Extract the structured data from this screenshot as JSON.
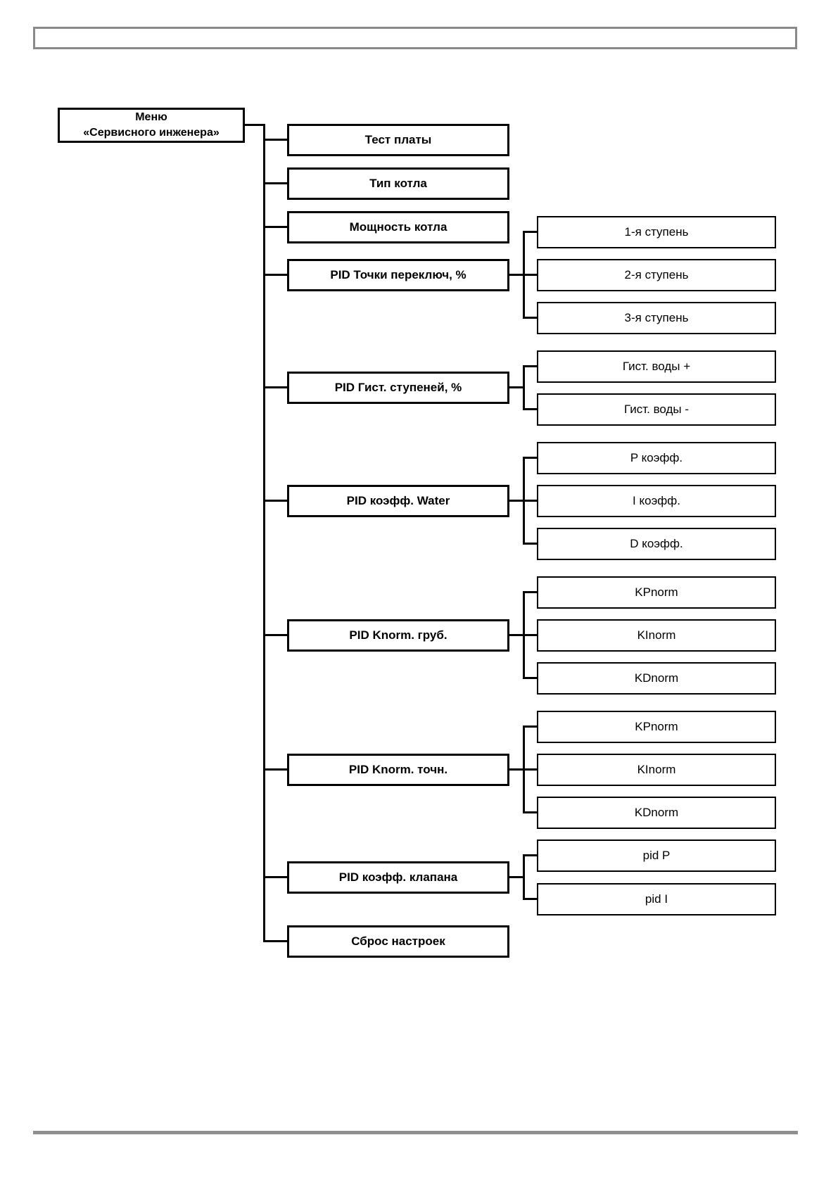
{
  "diagram": {
    "root": {
      "line1": "Меню",
      "line2": "«Сервисного инженера»"
    },
    "menu_items": [
      {
        "label": "Тест платы",
        "children": []
      },
      {
        "label": "Тип котла",
        "children": []
      },
      {
        "label": "Мощность котла",
        "children": []
      },
      {
        "label": "PID Точки переключ, %",
        "children": [
          {
            "label": "1-я ступень"
          },
          {
            "label": "2-я ступень"
          },
          {
            "label": "3-я ступень"
          }
        ]
      },
      {
        "label": "PID Гист. ступеней, %",
        "children": [
          {
            "label": "Гист. воды +"
          },
          {
            "label": "Гист. воды -"
          }
        ]
      },
      {
        "label": "PID коэфф. Water",
        "children": [
          {
            "label": "P коэфф."
          },
          {
            "label": "I коэфф."
          },
          {
            "label": "D коэфф."
          }
        ]
      },
      {
        "label": "PID Knorm. груб.",
        "children": [
          {
            "label": "KPnorm"
          },
          {
            "label": "KInorm"
          },
          {
            "label": "KDnorm"
          }
        ]
      },
      {
        "label": "PID Knorm. точн.",
        "children": [
          {
            "label": "KPnorm"
          },
          {
            "label": "KInorm"
          },
          {
            "label": "KDnorm"
          }
        ]
      },
      {
        "label": "PID коэфф. клапана",
        "children": [
          {
            "label": "pid P"
          },
          {
            "label": "pid I"
          }
        ]
      },
      {
        "label": "Сброс настроек",
        "children": []
      }
    ]
  },
  "colors": {
    "node_border": "#000000",
    "connector_line": "#000000",
    "header_frame_border": "#8a8a8a",
    "footer_rule": "#8f8f8f",
    "page_background": "#ffffff"
  }
}
